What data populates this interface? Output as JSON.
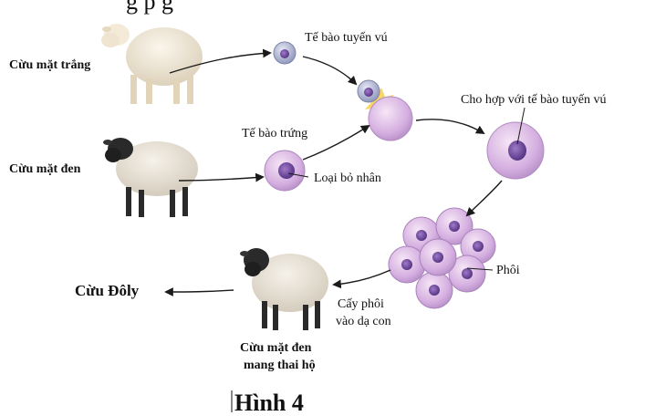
{
  "header": {
    "top_fragment": "g  p  g"
  },
  "sheep": {
    "white": {
      "label": "Cừu mặt trắng"
    },
    "black": {
      "label": "Cừu mặt đen"
    },
    "surrogate": {
      "label_line1": "Cừu mặt đen",
      "label_line2": "mang thai hộ"
    }
  },
  "cells": {
    "mammary": "Tế bào tuyến vú",
    "egg": "Tế bào trứng",
    "enucleated": "Loại bỏ nhân",
    "fusion": "Cho hợp với tế bào tuyến vú",
    "embryo": "Phôi",
    "implant_line1": "Cấy phôi",
    "implant_line2": "vào dạ con"
  },
  "result": {
    "label": "Cừu Đôly"
  },
  "figure": {
    "caption": "Hình 4"
  },
  "colors": {
    "wool_white": "#efe6d4",
    "wool_black": "#e8e2d6",
    "sheep_black_head": "#2a2a2a",
    "cell_purple": "#d9b6dd",
    "nucleus": "#7a4aa6",
    "small_cell_blue": "#9aa2c4",
    "arrow": "#1a1a1a"
  }
}
